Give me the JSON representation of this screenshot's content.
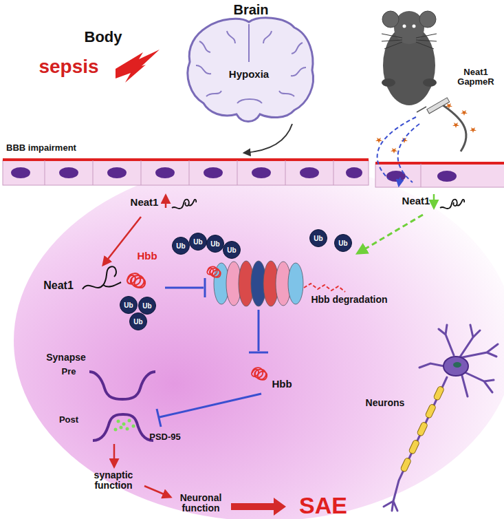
{
  "diagram": {
    "nodes": [
      {
        "text": [
          "Ub"
        ]
      },
      {
        "text": [
          "Ub"
        ]
      },
      {
        "text": [
          "Ub"
        ]
      },
      {
        "text": [
          "Ub"
        ]
      },
      {
        "text": [
          "Ub"
        ]
      },
      {
        "text": [
          "Ub"
        ]
      },
      {
        "text": [
          "Ub"
        ]
      },
      {
        "text": [
          "Ub"
        ]
      },
      {
        "text": [
          "Ub"
        ]
      }
    ],
    "labels": [
      "Brain",
      "Body",
      "sepsis",
      "Hypoxia",
      "Neat1 GapmeR",
      "BBB impairment",
      "Neat1",
      "Neat1",
      "Hbb",
      "Neat1",
      "Hbb degradation",
      "Hbb",
      "Synapse",
      "Pre",
      "Post",
      "PSD-95",
      "synaptic function",
      "Neuronal function",
      "SAE",
      "Neurons"
    ]
  }
}
